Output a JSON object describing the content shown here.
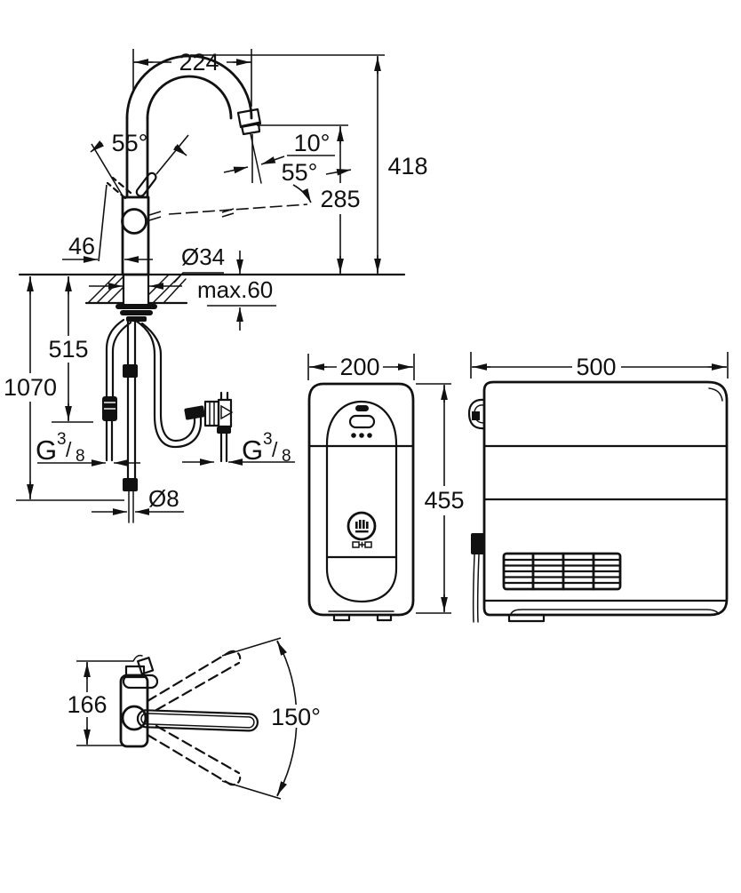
{
  "colors": {
    "line": "#111111",
    "background": "#ffffff"
  },
  "views": {
    "faucet_front": {
      "dims": {
        "spout_reach": "224",
        "total_height": "418",
        "outlet_height": "285",
        "lever_angle_up": "55°",
        "lever_angle_side": "55°",
        "stream_angle": "10°",
        "lever_offset": "46",
        "body_diameter": "Ø34",
        "deck_thickness": "max.60",
        "hose_length_short": "515",
        "hose_length_long": "1070",
        "hose_diameter": "Ø8",
        "thread_left": {
          "prefix": "G",
          "numerator": "3",
          "slash": "/",
          "denominator": "8"
        },
        "thread_right": {
          "prefix": "G",
          "numerator": "3",
          "slash": "/",
          "denominator": "8"
        }
      }
    },
    "cooler_front": {
      "dims": {
        "width": "200",
        "height": "455"
      }
    },
    "cooler_side": {
      "dims": {
        "width": "500"
      }
    },
    "faucet_top": {
      "dims": {
        "depth": "166",
        "swivel_angle": "150°"
      }
    }
  }
}
